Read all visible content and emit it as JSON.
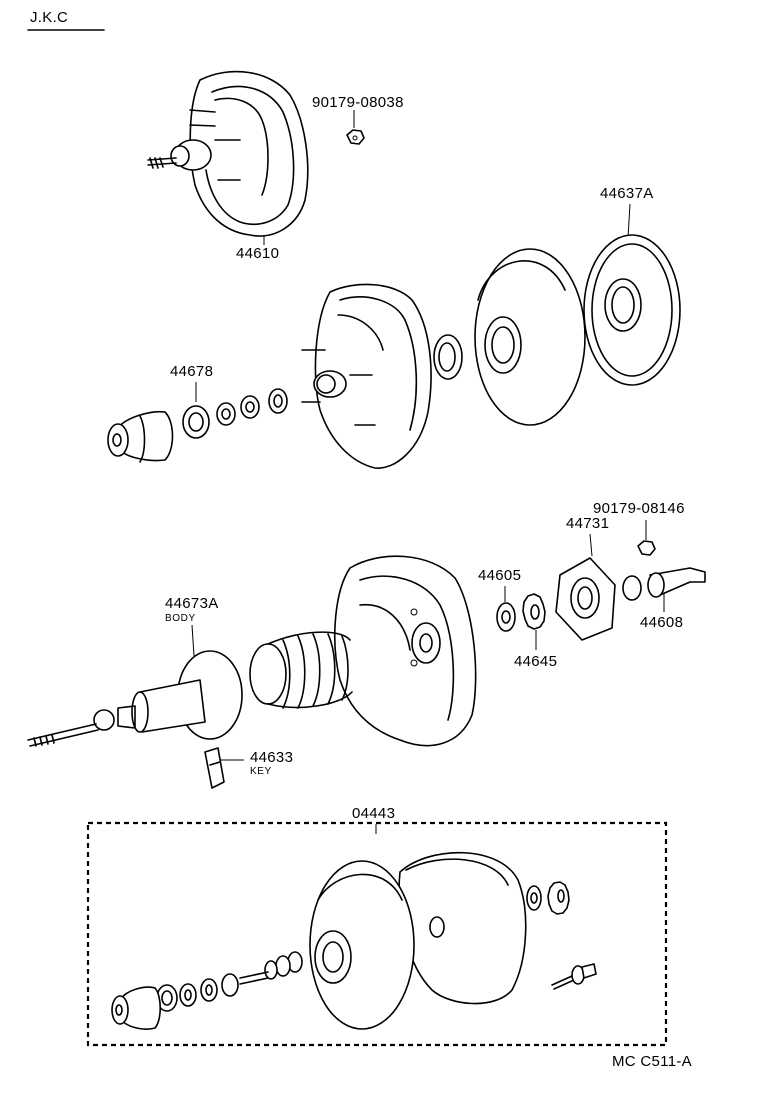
{
  "header": {
    "code": "J.K.C"
  },
  "parts": {
    "p90179_08038": "90179-08038",
    "p44610": "44610",
    "p44637A": "44637A",
    "p44678": "44678",
    "p90179_08146": "90179-08146",
    "p44731": "44731",
    "p44605": "44605",
    "p44608": "44608",
    "p44645": "44645",
    "p44673A": "44673A",
    "p44673A_note": "BODY",
    "p44633": "44633",
    "p44633_note": "KEY",
    "p04443": "04443"
  },
  "footer": {
    "figure_code": "MC  C511-A"
  }
}
